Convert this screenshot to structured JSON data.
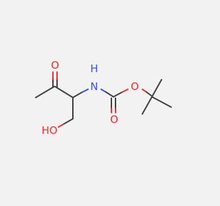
{
  "molecule": {
    "atoms": {
      "ketone_oxygen": {
        "label": "O",
        "color": "#ff2a2a"
      },
      "nitrogen": {
        "label": "N",
        "color": "#3050f8"
      },
      "hydrogen": {
        "label": "H",
        "color": "#3050f8"
      },
      "ester_oxygen": {
        "label": "O",
        "color": "#ff2a2a"
      },
      "carbonyl_oxygen": {
        "label": "O",
        "color": "#ff2a2a"
      },
      "hydroxyl": {
        "label": "HO",
        "color": "#ff2a2a"
      }
    },
    "colors": {
      "carbon_bond": "#3f3f3f",
      "oxygen": "#ff2a2a",
      "nitrogen": "#3050f8",
      "background": "#f2f2f2"
    }
  }
}
